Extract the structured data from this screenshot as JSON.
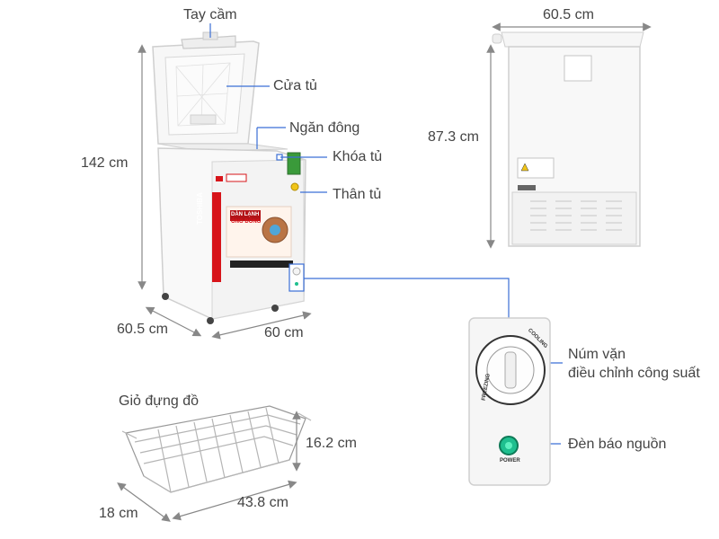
{
  "labels": {
    "handle": "Tay cầm",
    "door": "Cửa tủ",
    "freezer": "Ngăn đông",
    "lock": "Khóa tủ",
    "body": "Thân tủ",
    "height": "142 cm",
    "depth_front": "60.5 cm",
    "width_front": "60 cm",
    "back_width": "60.5 cm",
    "back_height": "87.3 cm",
    "knob_line1": "Núm vặn",
    "knob_line2": "điều chỉnh công suất",
    "power_light": "Đèn báo nguồn",
    "basket": "Giỏ đựng đồ",
    "basket_height": "16.2 cm",
    "basket_depth": "18 cm",
    "basket_width": "43.8 cm"
  },
  "product_text": {
    "brand": "TOSHIBA",
    "promo_line1": "DÀN LẠNH",
    "promo_line2": "ỐNG ĐỒNG",
    "panel_cooling": "COOLING",
    "panel_freezing": "FREEZING",
    "panel_power": "POWER"
  },
  "colors": {
    "brand_red": "#d7141a",
    "dimension_line": "#888888",
    "callout_line": "#3b6fd6",
    "power_led": "#1fbf8f"
  }
}
